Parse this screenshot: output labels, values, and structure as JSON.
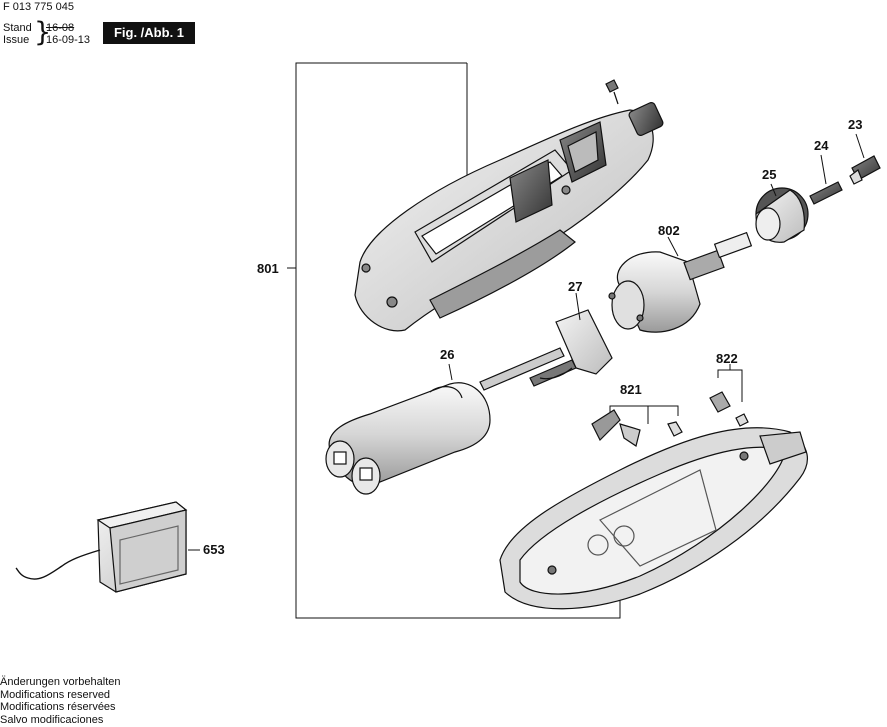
{
  "header": {
    "doc_number": "F 013 775 045",
    "stand_label": "Stand",
    "issue_label": "Issue",
    "stand_date": "16-08",
    "issue_date": "16-09-13",
    "figure_label": "Fig. /Abb. 1"
  },
  "part_labels": {
    "p801": "801",
    "p802": "802",
    "p23": "23",
    "p24": "24",
    "p25": "25",
    "p27": "27",
    "p26": "26",
    "p653": "653",
    "p821": "821",
    "p822": "822"
  },
  "notes": [
    "Änderungen vorbehalten",
    "Modifications reserved",
    "Modifications réservées",
    "Salvo modificaciones"
  ]
}
